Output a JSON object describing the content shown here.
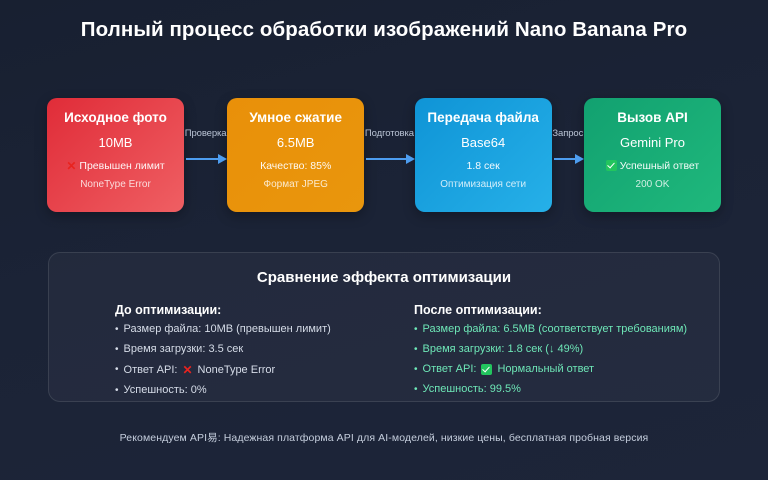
{
  "title": "Полный процесс обработки изображений Nano Banana Pro",
  "flow": {
    "cards": [
      {
        "title": "Исходное фото",
        "main": "10MB",
        "status_icon": "x-mark-icon",
        "status": "Превышен лимит",
        "sub": "NoneType Error",
        "color": "#e02c38"
      },
      {
        "title": "Умное сжатие",
        "main": "6.5MB",
        "status_icon": "",
        "status": "Качество: 85%",
        "sub": "Формат JPEG",
        "color": "#e99009"
      },
      {
        "title": "Передача файла",
        "main": "Base64",
        "status_icon": "",
        "status": "1.8 сек",
        "sub": "Оптимизация сети",
        "color": "#0f94d6"
      },
      {
        "title": "Вызов API",
        "main": "Gemini Pro",
        "status_icon": "check-mark-icon",
        "status": "Успешный ответ",
        "sub": "200 OK",
        "color": "#12a170"
      }
    ],
    "connectors": [
      {
        "label": "Проверка"
      },
      {
        "label": "Подготовка"
      },
      {
        "label": "Запрос"
      }
    ],
    "arrow_color": "#4d9df0"
  },
  "panel": {
    "title": "Сравнение эффекта оптимизации",
    "before": {
      "heading": "До оптимизации:",
      "items": [
        "Размер файла: 10MB (превышен лимит)",
        "Время загрузки: 3.5 сек",
        "Ответ API:",
        "Успешность: 0%"
      ],
      "api_value": "NoneType Error",
      "api_icon": "x-mark-icon",
      "color": "#d6dce8"
    },
    "after": {
      "heading": "После оптимизации:",
      "items": [
        "Размер файла: 6.5MB (соответствует требованиям)",
        "Время загрузки: 1.8 сек (↓ 49%)",
        "Ответ API:",
        "Успешность: 99.5%"
      ],
      "api_value": "Нормальный ответ",
      "api_icon": "check-mark-icon",
      "color": "#6ee7b7"
    }
  },
  "footer": "Рекомендуем API易: Надежная платформа API для AI-моделей, низкие цены, бесплатная пробная версия"
}
